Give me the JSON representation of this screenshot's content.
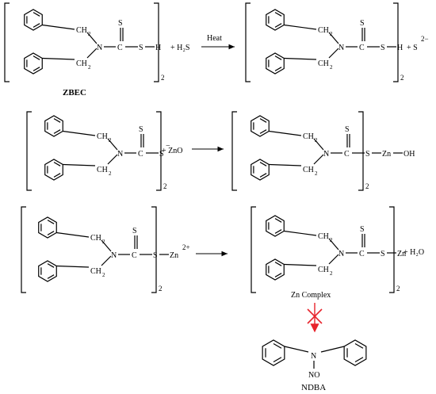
{
  "labels": {
    "ch2": "CH",
    "ch2_sub": "2",
    "n": "N",
    "c": "C",
    "s": "S",
    "h": "H",
    "zn": "Zn",
    "oh": "OH",
    "zbec": "ZBEC",
    "ndba": "NDBA",
    "no": "NO",
    "zn_complex": "Zn Complex",
    "heat": "Heat",
    "bracket_sub": "2"
  },
  "reactions": {
    "r1": {
      "plus_reagent": "+ H₂S",
      "product_extra": "+ S",
      "product_charge": "2−"
    },
    "r2": {
      "anion_charge": "−",
      "plus_reagent": "+   ZnO"
    },
    "r3": {
      "cation_charge": "2+",
      "product_extra": "+ H₂O"
    }
  },
  "colors": {
    "cross": "#e8242c",
    "red_arrow": "#e8242c"
  }
}
